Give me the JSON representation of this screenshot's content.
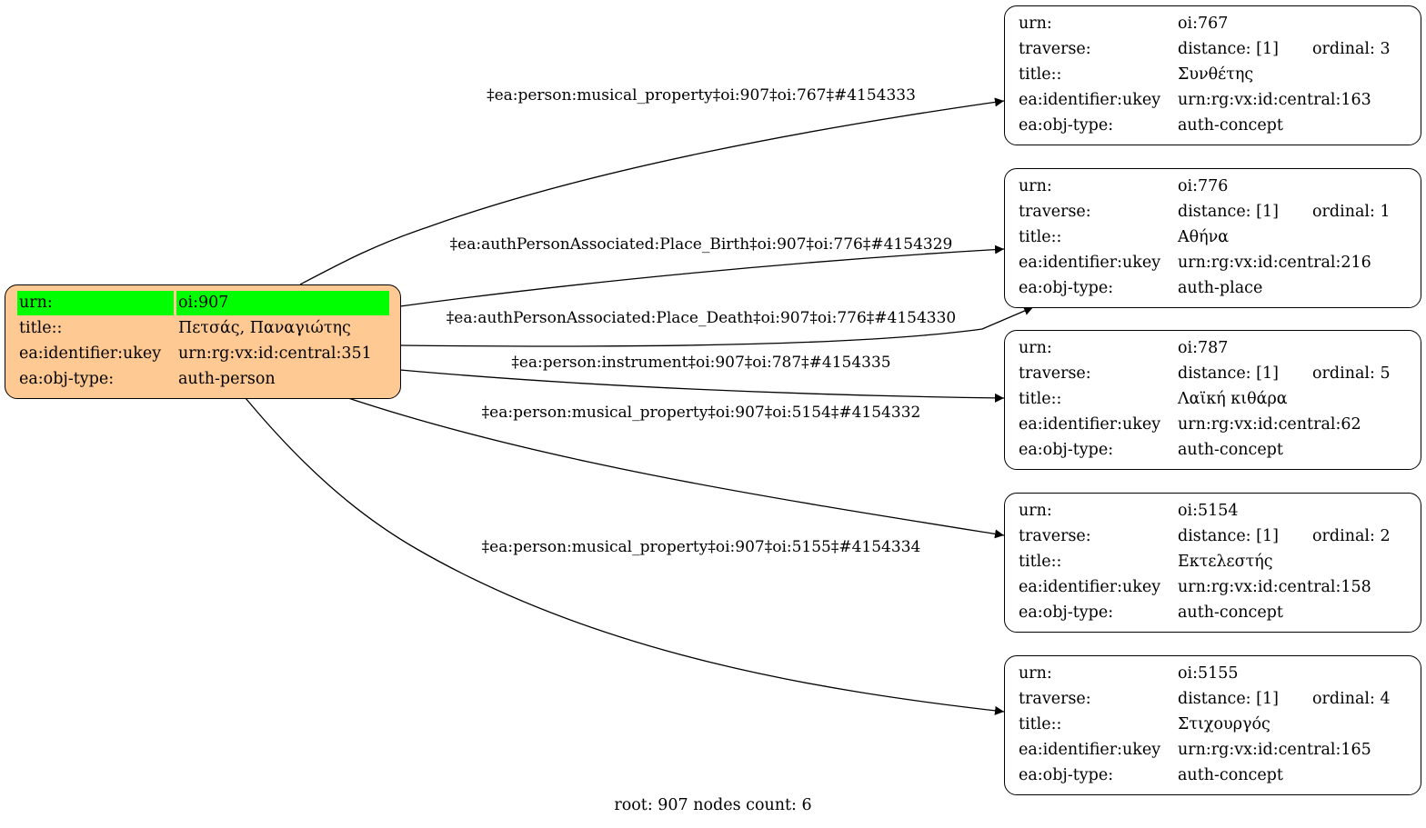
{
  "root_node": {
    "highlight_color": "#00ff00",
    "fill_color": "#ffc993",
    "rows": [
      {
        "key": "urn:",
        "value": "oi:907"
      },
      {
        "key": "title::",
        "value": "Πετσάς, Παναγιώτης"
      },
      {
        "key": "ea:identifier:ukey",
        "value": "urn:rg:vx:id:central:351"
      },
      {
        "key": "ea:obj-type:",
        "value": "auth-person"
      }
    ]
  },
  "nodes": [
    {
      "urn": "oi:767",
      "distance": "distance: [1]",
      "ordinal": "ordinal: 3",
      "title": "Συνθέτης",
      "ukey": "urn:rg:vx:id:central:163",
      "obj_type": "auth-concept"
    },
    {
      "urn": "oi:776",
      "distance": "distance: [1]",
      "ordinal": "ordinal: 1",
      "title": "Αθήνα",
      "ukey": "urn:rg:vx:id:central:216",
      "obj_type": "auth-place"
    },
    {
      "urn": "oi:787",
      "distance": "distance: [1]",
      "ordinal": "ordinal: 5",
      "title": "Λαϊκή κιθάρα",
      "ukey": "urn:rg:vx:id:central:62",
      "obj_type": "auth-concept"
    },
    {
      "urn": "oi:5154",
      "distance": "distance: [1]",
      "ordinal": "ordinal: 2",
      "title": "Εκτελεστής",
      "ukey": "urn:rg:vx:id:central:158",
      "obj_type": "auth-concept"
    },
    {
      "urn": "oi:5155",
      "distance": "distance: [1]",
      "ordinal": "ordinal: 4",
      "title": "Στιχουργός",
      "ukey": "urn:rg:vx:id:central:165",
      "obj_type": "auth-concept"
    }
  ],
  "node_keys": {
    "urn": "urn:",
    "traverse": "traverse:",
    "title": "title::",
    "ukey": "ea:identifier:ukey",
    "obj_type": "ea:obj-type:"
  },
  "edges": [
    {
      "label": "‡ea:person:musical_property‡oi:907‡oi:767‡#4154333",
      "from": "oi:907",
      "to": "oi:767"
    },
    {
      "label": "‡ea:authPersonAssociated:Place_Birth‡oi:907‡oi:776‡#4154329",
      "from": "oi:907",
      "to": "oi:776"
    },
    {
      "label": "‡ea:authPersonAssociated:Place_Death‡oi:907‡oi:776‡#4154330",
      "from": "oi:907",
      "to": "oi:776"
    },
    {
      "label": "‡ea:person:instrument‡oi:907‡oi:787‡#4154335",
      "from": "oi:907",
      "to": "oi:787"
    },
    {
      "label": "‡ea:person:musical_property‡oi:907‡oi:5154‡#4154332",
      "from": "oi:907",
      "to": "oi:5154"
    },
    {
      "label": "‡ea:person:musical_property‡oi:907‡oi:5155‡#4154334",
      "from": "oi:907",
      "to": "oi:5155"
    }
  ],
  "footer": "root: 907 nodes count: 6"
}
